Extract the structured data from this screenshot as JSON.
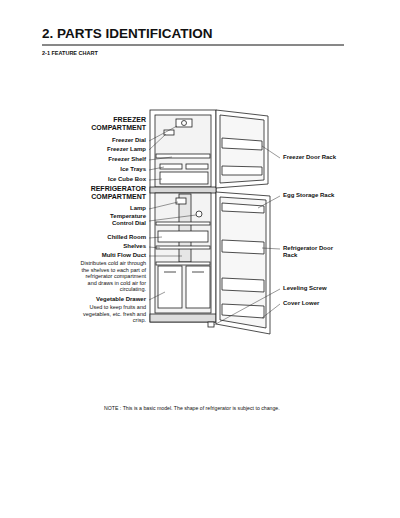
{
  "diagram": {
    "title": "2. PARTS IDENTIFICATION",
    "labels": [
      "2-1 FEATURE CHART",
      "FREEZER COMPARTMENT",
      "Freezer Dial",
      "Freezer Lamp",
      "Freezer Shelf",
      "Ice Trays",
      "Ice Cube Box",
      "REFRIGERATOR COMPARTMENT",
      "Lamp",
      "Temperature Control Dial",
      "Chilled Room",
      "Shelves",
      "Multi Flow Duct",
      "Distributes cold air through the shelves to each part of refrigerator compartment and draws in cold air for circulating.",
      "Vegetable Drawer",
      "Used to keep fruits and vegetables, etc. fresh and crisp.",
      "Freezer Door Rack",
      "Egg Storage Rack",
      "Refrigerator Door Rack",
      "Leveling Screw",
      "Cover Lower",
      "NOTE : This is a basic model. The shape of refrigerator is subject to change."
    ]
  }
}
